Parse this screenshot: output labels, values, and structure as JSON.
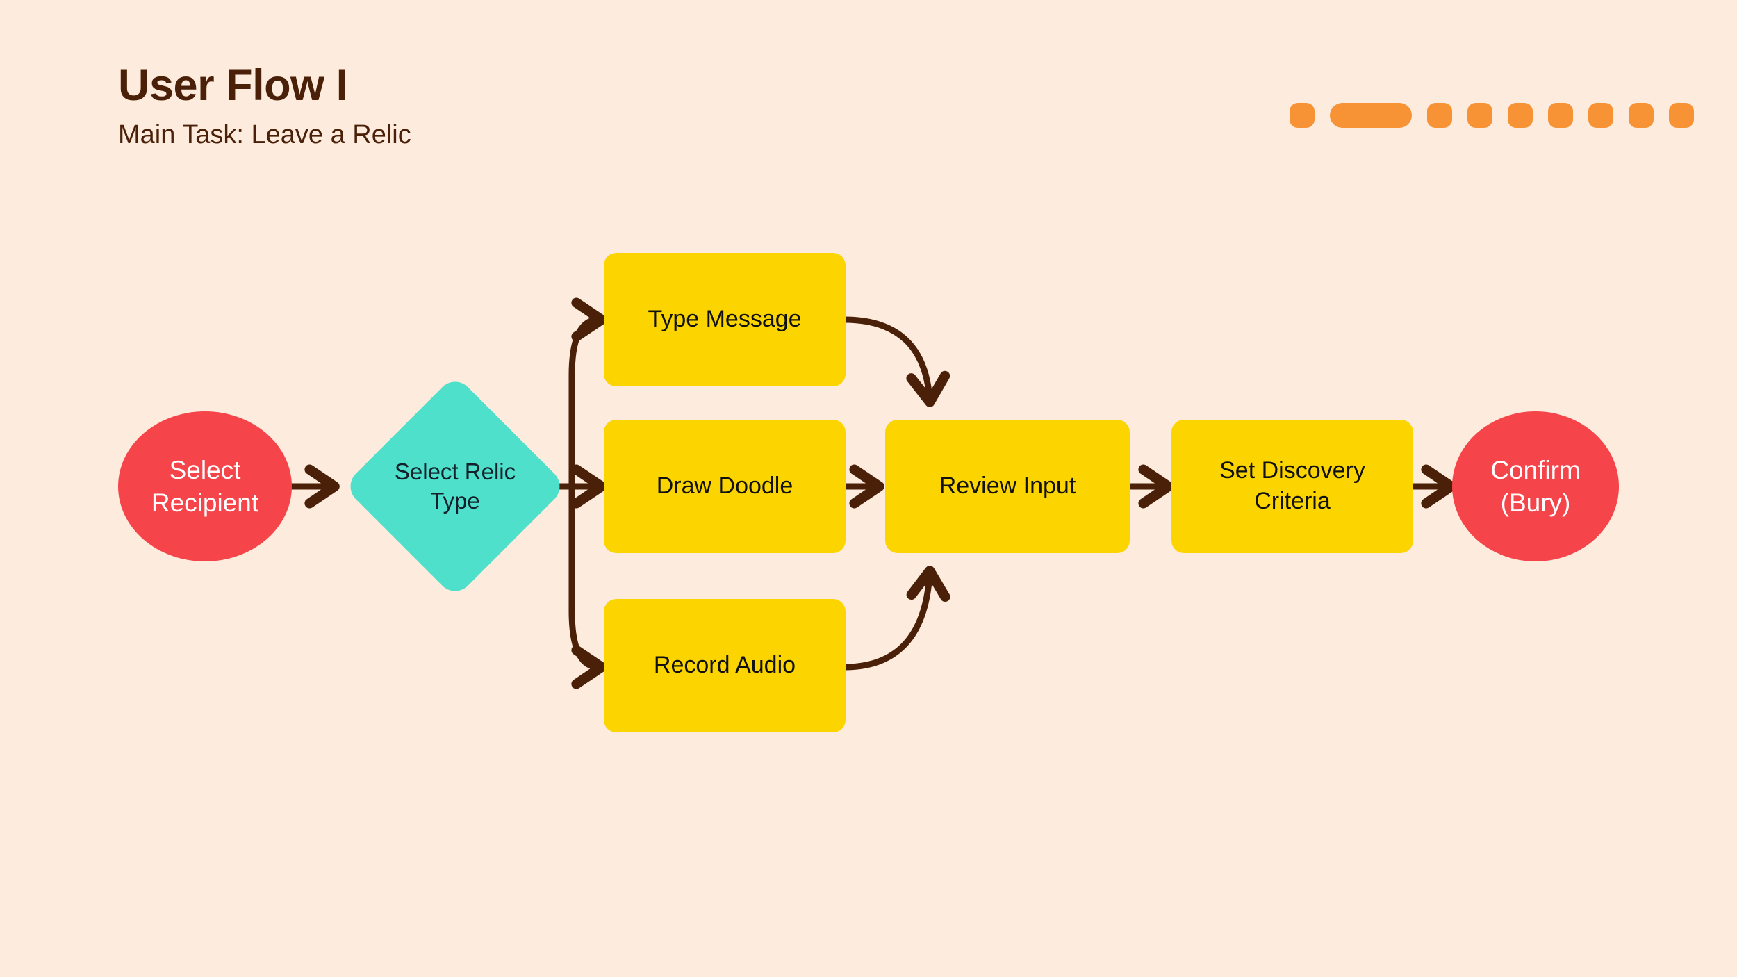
{
  "header": {
    "title": "User Flow I",
    "subtitle": "Main Task: Leave a Relic"
  },
  "progress": {
    "total_dots": 9,
    "active_index": 1,
    "color": "#F79334"
  },
  "colors": {
    "background": "#FDEBDD",
    "title_text": "#4A2008",
    "terminal_node": "#F5444A",
    "decision_node": "#4FE0CC",
    "process_node": "#FCD500",
    "connector": "#4A2008",
    "node_text_dark": "#111111",
    "node_text_light": "#FFFFFF"
  },
  "flow": {
    "nodes": [
      {
        "id": "select-recipient",
        "label": "Select\nRecipient",
        "shape": "circle"
      },
      {
        "id": "select-relic-type",
        "label": "Select Relic\nType",
        "shape": "diamond"
      },
      {
        "id": "type-message",
        "label": "Type Message",
        "shape": "box"
      },
      {
        "id": "draw-doodle",
        "label": "Draw Doodle",
        "shape": "box"
      },
      {
        "id": "record-audio",
        "label": "Record Audio",
        "shape": "box"
      },
      {
        "id": "review-input",
        "label": "Review Input",
        "shape": "box"
      },
      {
        "id": "set-discovery-criteria",
        "label": "Set Discovery\nCriteria",
        "shape": "box"
      },
      {
        "id": "confirm-bury",
        "label": "Confirm\n(Bury)",
        "shape": "circle"
      }
    ],
    "edges": [
      {
        "from": "select-recipient",
        "to": "select-relic-type"
      },
      {
        "from": "select-relic-type",
        "to": "type-message"
      },
      {
        "from": "select-relic-type",
        "to": "draw-doodle"
      },
      {
        "from": "select-relic-type",
        "to": "record-audio"
      },
      {
        "from": "type-message",
        "to": "review-input"
      },
      {
        "from": "draw-doodle",
        "to": "review-input"
      },
      {
        "from": "record-audio",
        "to": "review-input"
      },
      {
        "from": "review-input",
        "to": "set-discovery-criteria"
      },
      {
        "from": "set-discovery-criteria",
        "to": "confirm-bury"
      }
    ]
  }
}
